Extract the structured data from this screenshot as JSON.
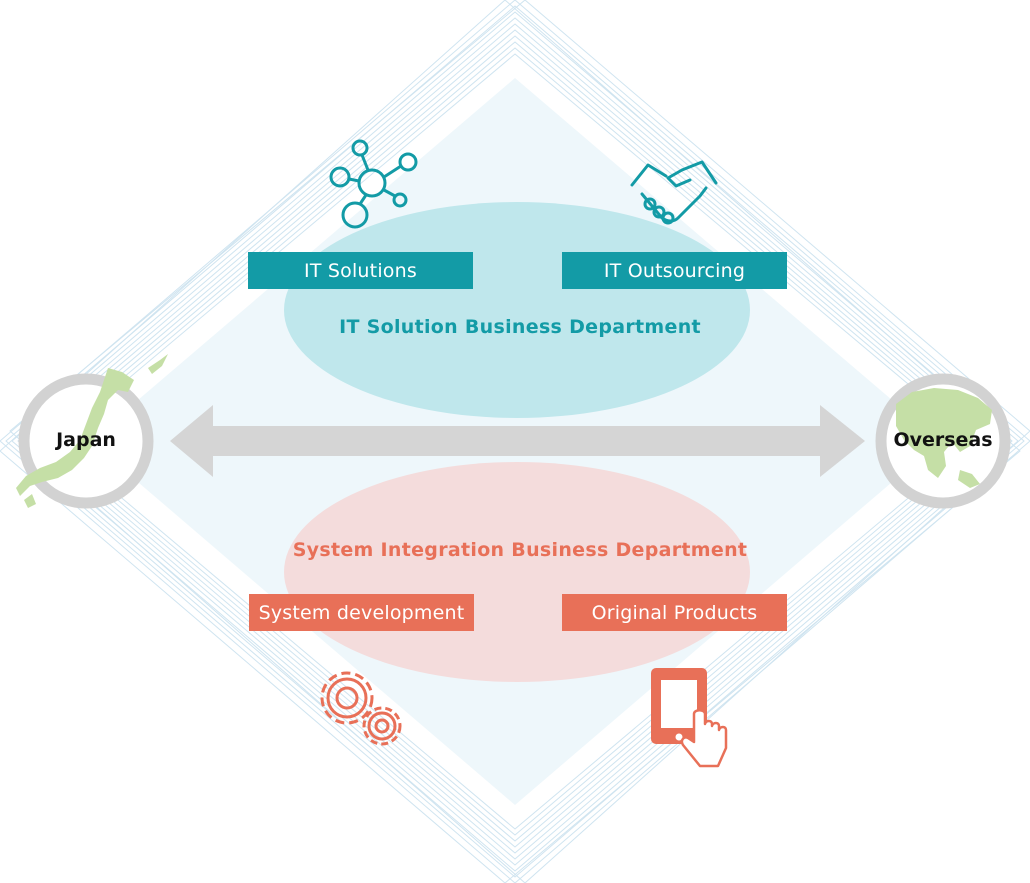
{
  "diagram": {
    "regions": {
      "left": "Japan",
      "right": "Overseas"
    },
    "top": {
      "department": "IT Solution Business Department",
      "boxes": [
        "IT Solutions",
        "IT Outsourcing"
      ],
      "icons": [
        "network-icon",
        "handshake-icon"
      ]
    },
    "bottom": {
      "department": "System Integration Business Department",
      "boxes": [
        "System development",
        "Original Products"
      ],
      "icons": [
        "gears-icon",
        "tablet-touch-icon"
      ]
    },
    "colors": {
      "teal": "#139ba6",
      "teal_light": "#bfe7ec",
      "coral": "#e87058",
      "coral_light": "#f4dcdc",
      "arrow": "#d5d5d5",
      "map_green": "#c5dfa6",
      "diamond_fill": "#eef7fb",
      "diamond_lines": "#cfe4f0"
    }
  }
}
